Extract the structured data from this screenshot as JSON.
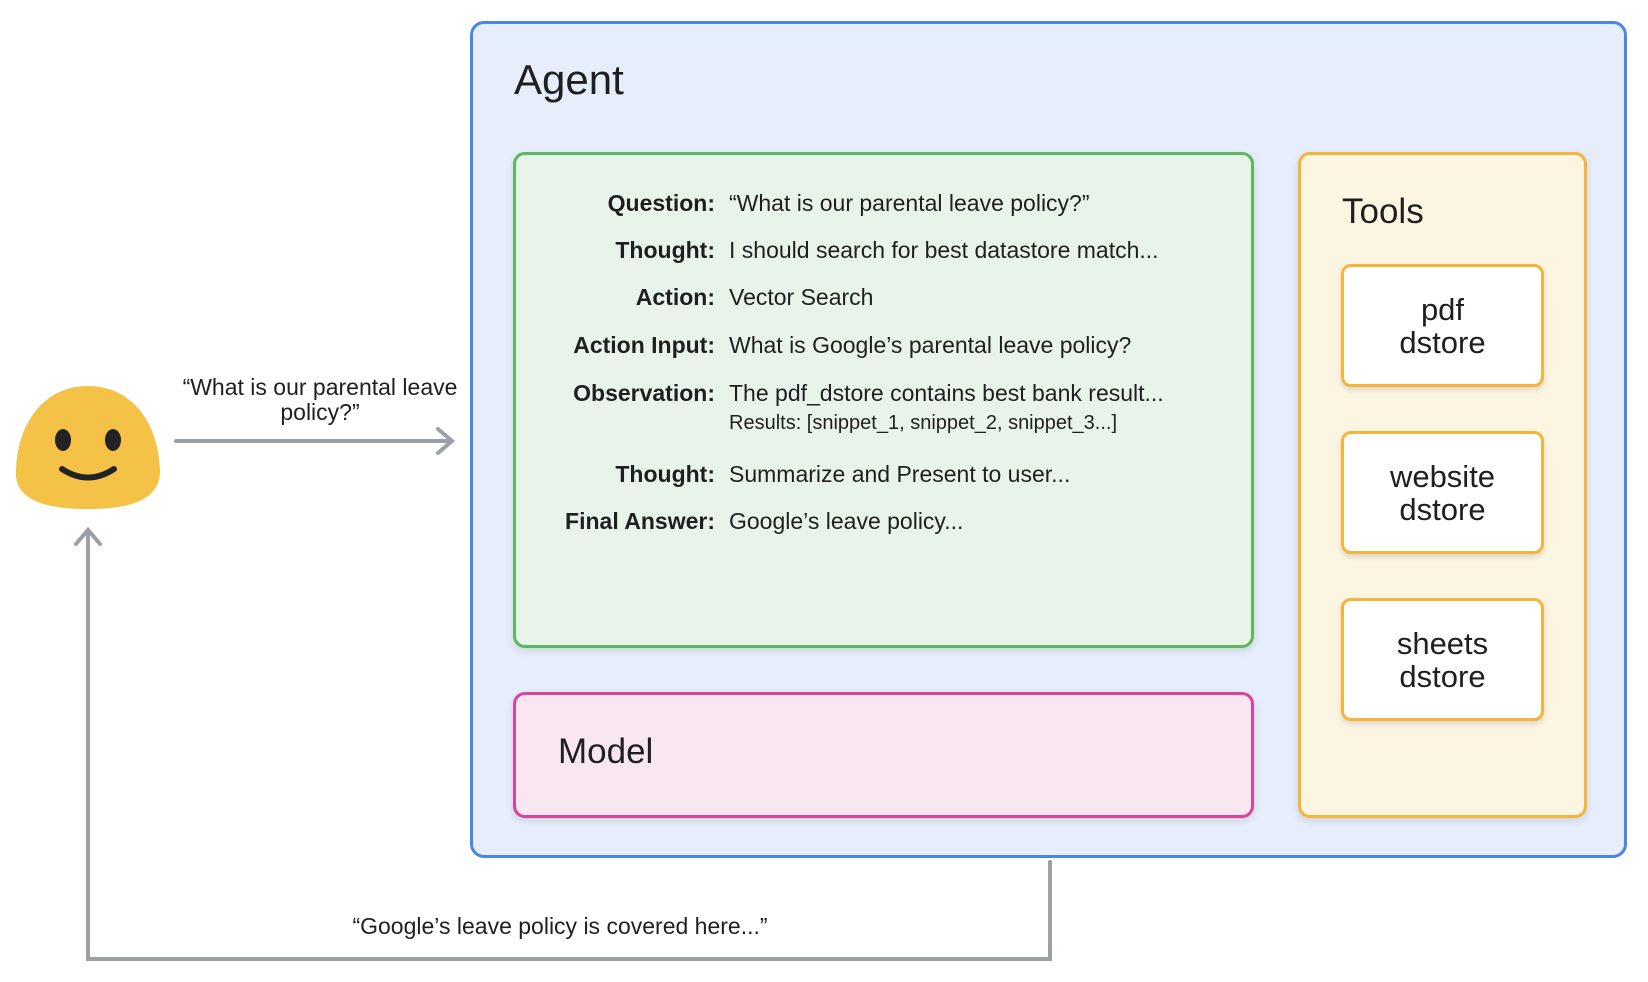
{
  "user_question": "“What is our parental leave policy?”",
  "response": "“Google’s leave policy is covered here...”",
  "agent": {
    "title": "Agent",
    "trace": [
      {
        "label": "Question:",
        "value": "“What is our parental leave policy?”"
      },
      {
        "label": "Thought:",
        "value": "I should search for best datastore match..."
      },
      {
        "label": "Action:",
        "value": "Vector Search"
      },
      {
        "label": "Action Input:",
        "value": "What is Google’s parental leave policy?"
      },
      {
        "label": "Observation:",
        "value": "The pdf_dstore contains best bank result...",
        "detail": "Results: [snippet_1, snippet_2, snippet_3...]"
      },
      {
        "label": "Thought:",
        "value": "Summarize and Present to user..."
      },
      {
        "label": "Final Answer:",
        "value": "Google’s leave policy..."
      }
    ],
    "model": "Model",
    "tools": {
      "title": "Tools",
      "items": [
        "pdf dstore",
        "website dstore",
        "sheets dstore"
      ]
    }
  },
  "colors": {
    "agent": "#4a86e8",
    "reasoning": "#5cb85c",
    "model": "#d9439a",
    "tools": "#f3b53c",
    "user_face": "#f4c247",
    "arrow": "#9aa0a6"
  }
}
